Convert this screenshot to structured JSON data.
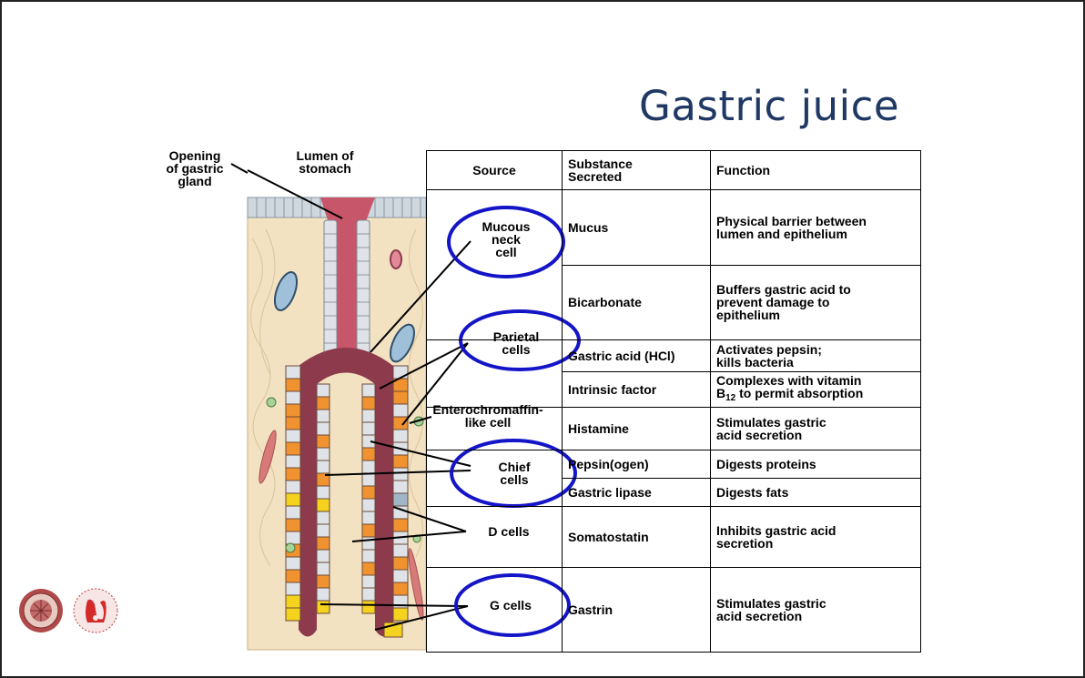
{
  "slide": {
    "title": "Gastric juice"
  },
  "labels": {
    "opening": [
      "Opening",
      "of gastric",
      "gland"
    ],
    "lumen": [
      "Lumen of",
      "stomach"
    ],
    "mucous": [
      "Mucous",
      "neck",
      "cell"
    ],
    "parietal": [
      "Parietal",
      "cells"
    ],
    "entero": [
      "Enterochromaffin-",
      "like cell"
    ],
    "chief": [
      "Chief",
      "cells"
    ],
    "dcells": "D cells",
    "gcells": "G cells"
  },
  "table": {
    "headers": {
      "source": "Source",
      "substance": [
        "Substance",
        "Secreted"
      ],
      "function": "Function"
    },
    "rows": [
      {
        "substance": "Mucus",
        "function": [
          "Physical barrier between",
          "lumen  and epithelium"
        ]
      },
      {
        "substance": "Bicarbonate",
        "function": [
          "Buffers gastric acid to",
          "prevent damage to",
          "epithelium"
        ]
      },
      {
        "substance": "Gastric acid (HCl)",
        "function": [
          "Activates pepsin;",
          "kills bacteria"
        ]
      },
      {
        "substance": "Intrinsic factor",
        "function": [
          "Complexes with vitamin",
          "B",
          "12",
          " to permit absorption"
        ]
      },
      {
        "substance": "Histamine",
        "function": [
          "Stimulates gastric",
          "acid secretion"
        ]
      },
      {
        "substance": "Pepsin(ogen)",
        "function": [
          "Digests proteins"
        ]
      },
      {
        "substance": "Gastric lipase",
        "function": [
          "Digests fats"
        ]
      },
      {
        "substance": "Somatostatin",
        "function": [
          "Inhibits gastric acid",
          "secretion"
        ]
      },
      {
        "substance": "Gastrin",
        "function": [
          "Stimulates gastric",
          "acid secretion"
        ]
      }
    ]
  },
  "colors": {
    "title": "#1f3864",
    "highlight_ellipse": "#1515c8",
    "lumen": "#c8566a",
    "tissue": "#f3e2c2",
    "parietal": "#f0922f",
    "g_cell": "#f4d21e",
    "vessel": "#5a86a8"
  },
  "icons": {
    "logo_left": "university-seal-icon",
    "logo_right": "faculty-pelican-logo-icon"
  }
}
